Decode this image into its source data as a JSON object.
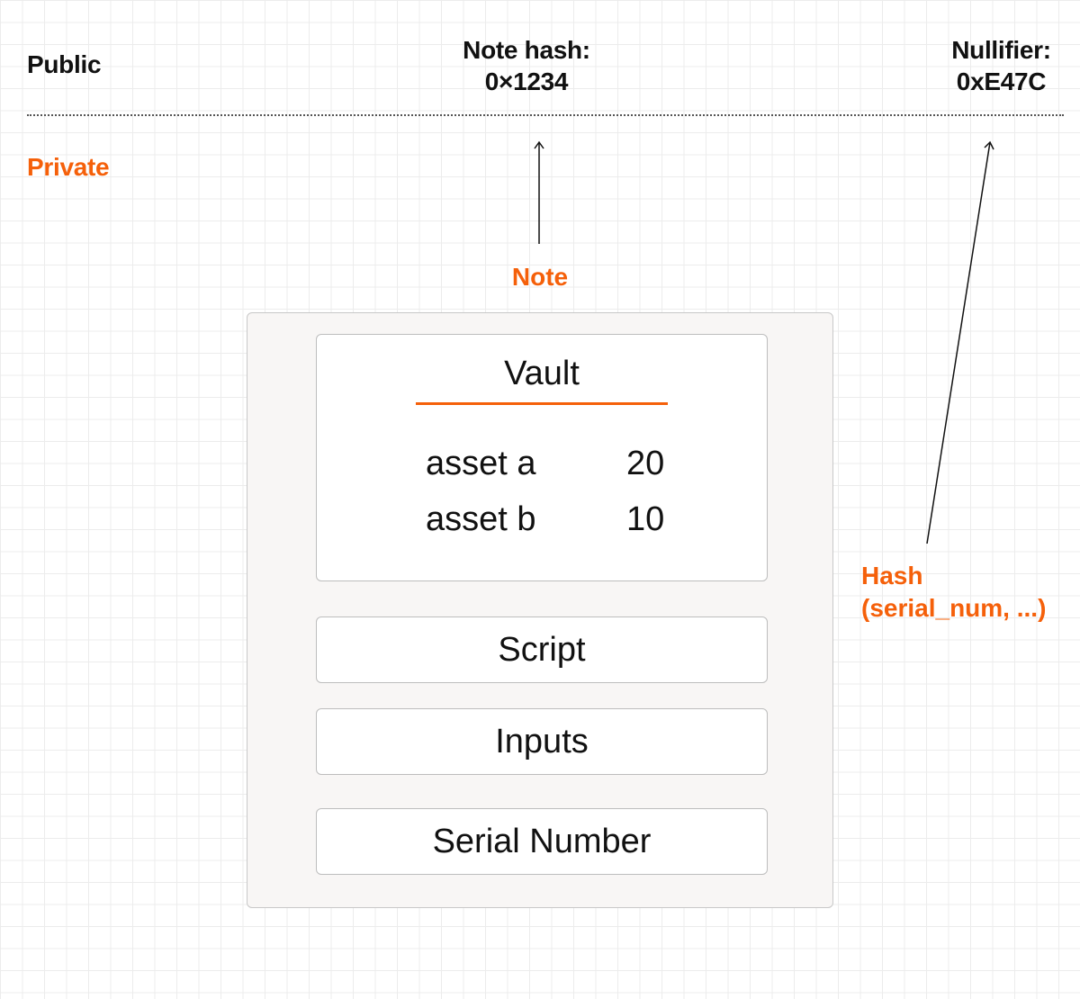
{
  "public_label": "Public",
  "private_label": "Private",
  "note_hash": {
    "title": "Note hash:",
    "value": "0×1234"
  },
  "nullifier": {
    "title": "Nullifier:",
    "value": "0xE47C"
  },
  "note_label": "Note",
  "hash_label": {
    "line1": "Hash",
    "line2": "(serial_num, ...)"
  },
  "vault": {
    "title": "Vault",
    "assets": [
      {
        "name": "asset a",
        "amount": "20"
      },
      {
        "name": "asset b",
        "amount": "10"
      }
    ]
  },
  "boxes": {
    "script": "Script",
    "inputs": "Inputs",
    "serial_number": "Serial Number"
  },
  "colors": {
    "accent": "#f5600a",
    "text": "#111111",
    "grid": "#ececec",
    "panel": "#f8f6f5"
  }
}
